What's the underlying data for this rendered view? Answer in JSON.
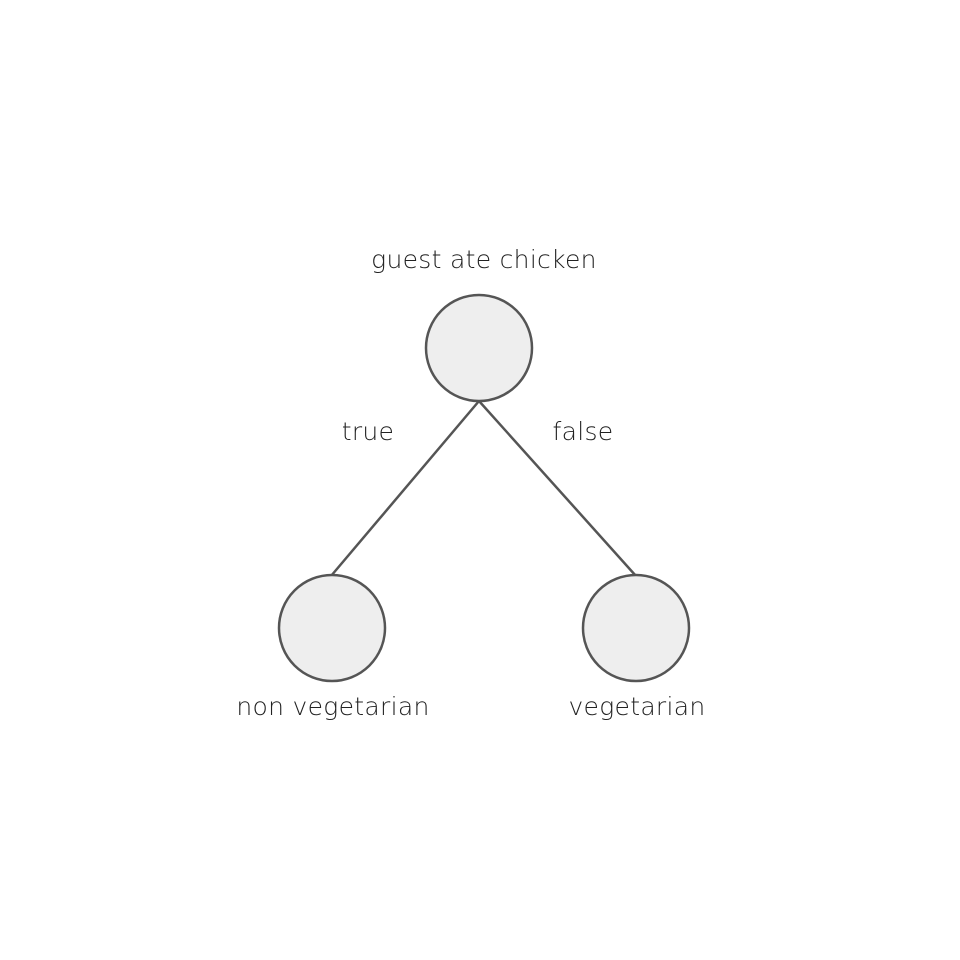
{
  "root": {
    "label": "guest ate chicken"
  },
  "edges": [
    {
      "label": "true",
      "to": "non vegetarian"
    },
    {
      "label": "false",
      "to": "vegetarian"
    }
  ],
  "leaves": [
    {
      "label": "non vegetarian"
    },
    {
      "label": "vegetarian"
    }
  ],
  "colors": {
    "node_fill": "#eeeeee",
    "node_stroke": "#555555",
    "text": "#222222"
  }
}
